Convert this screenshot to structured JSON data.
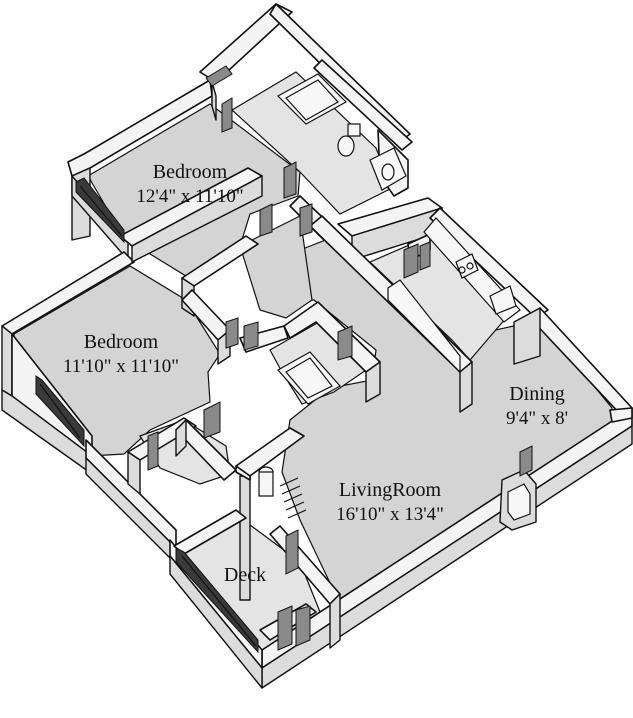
{
  "rooms": [
    {
      "id": "bedroom-1",
      "name": "Bedroom",
      "dimensions": "12'4\" x 11'10\""
    },
    {
      "id": "bedroom-2",
      "name": "Bedroom",
      "dimensions": "11'10\" x 11'10\""
    },
    {
      "id": "dining",
      "name": "Dining",
      "dimensions": "9'4\" x 8'"
    },
    {
      "id": "living-room",
      "name": "LivingRoom",
      "dimensions": "16'10\" x 13'4\""
    },
    {
      "id": "deck",
      "name": "Deck",
      "dimensions": ""
    }
  ],
  "colors": {
    "floor": "#d4d4d4",
    "wall_top": "#f4f4f4",
    "wall_side": "#dcdcdc",
    "outline": "#111111"
  }
}
